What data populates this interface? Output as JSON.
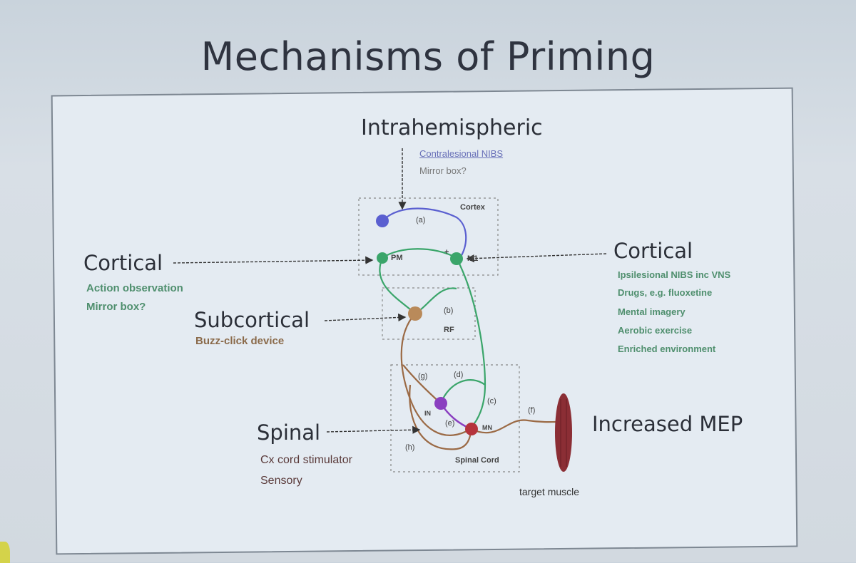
{
  "slide": {
    "title": "Mechanisms of Priming"
  },
  "diagram": {
    "intrahemispheric": {
      "heading": "Intrahemispheric",
      "items": [
        "Contralesional NIBS",
        "Mirror box?"
      ]
    },
    "cortical_left": {
      "heading": "Cortical",
      "items": [
        "Action observation",
        "Mirror box?"
      ]
    },
    "cortical_right": {
      "heading": "Cortical",
      "items": [
        "Ipsilesional NIBS inc VNS",
        "Drugs, e.g. fluoxetine",
        "Mental imagery",
        "Aerobic exercise",
        "Enriched environment"
      ]
    },
    "subcortical": {
      "heading": "Subcortical",
      "items": [
        "Buzz-click device"
      ]
    },
    "spinal": {
      "heading": "Spinal",
      "items": [
        "Cx cord stimulator",
        "Sensory"
      ]
    },
    "outcome": "Increased MEP",
    "target_muscle": "target muscle",
    "regions": {
      "cortex": "Cortex",
      "rf": "RF",
      "spinal_cord": "Spinal Cord"
    },
    "nodes": {
      "pm": "PM",
      "m1": "M1",
      "in": "IN",
      "mn": "MN"
    },
    "path_labels": {
      "a": "(a)",
      "b": "(b)",
      "c": "(c)",
      "d": "(d)",
      "e": "(e)",
      "f": "(f)",
      "g": "(g)",
      "h": "(h)",
      "plus": "+"
    },
    "colors": {
      "green": "#3aa56a",
      "blue": "#5a5fd0",
      "brown": "#9b6a45",
      "purple": "#8a3fc0",
      "red": "#b5343c",
      "muscle": "#8b2e35"
    }
  }
}
